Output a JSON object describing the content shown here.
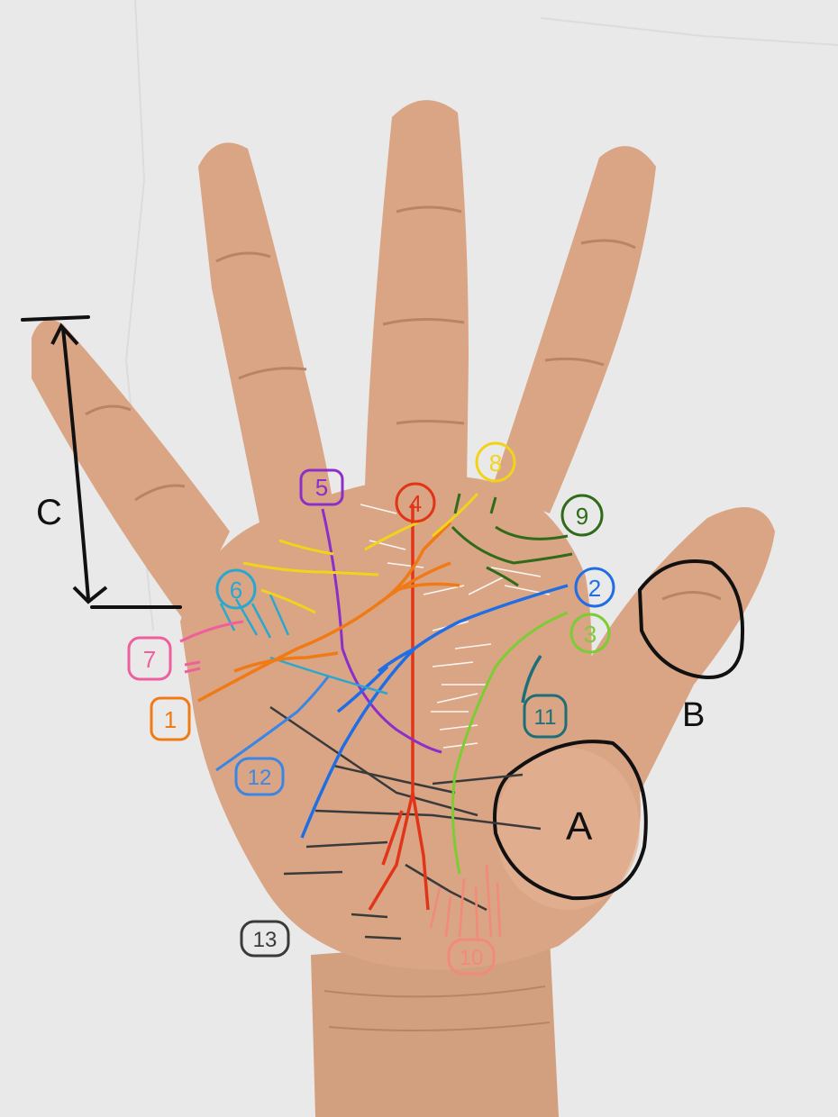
{
  "colors": {
    "background": "#e9e9e9",
    "skin": "#d9a584",
    "skin_shadow": "#c18d6c",
    "skin_highlight": "#e8b99a",
    "wrist": "#d2a07f",
    "ink": "#111111"
  },
  "lines": [
    {
      "id": "1",
      "label": "1",
      "color": "#f07a16"
    },
    {
      "id": "2",
      "label": "2",
      "color": "#1f6ee6"
    },
    {
      "id": "3",
      "label": "3",
      "color": "#7ccc34"
    },
    {
      "id": "4",
      "label": "4",
      "color": "#e23418"
    },
    {
      "id": "5",
      "label": "5",
      "color": "#8e2ec9"
    },
    {
      "id": "6",
      "label": "6",
      "color": "#2aa7d0"
    },
    {
      "id": "7",
      "label": "7",
      "color": "#ef5f9e"
    },
    {
      "id": "8",
      "label": "8",
      "color": "#f2d31b"
    },
    {
      "id": "9",
      "label": "9",
      "color": "#2f6b19"
    },
    {
      "id": "10",
      "label": "10",
      "color": "#f28a7a"
    },
    {
      "id": "11",
      "label": "11",
      "color": "#1c6e78"
    },
    {
      "id": "12",
      "label": "12",
      "color": "#3a86e6"
    },
    {
      "id": "13",
      "label": "13",
      "color": "#3a3a3a"
    }
  ],
  "regions": {
    "a": {
      "label": "A"
    },
    "b": {
      "label": "B"
    },
    "c": {
      "label": "C"
    }
  }
}
